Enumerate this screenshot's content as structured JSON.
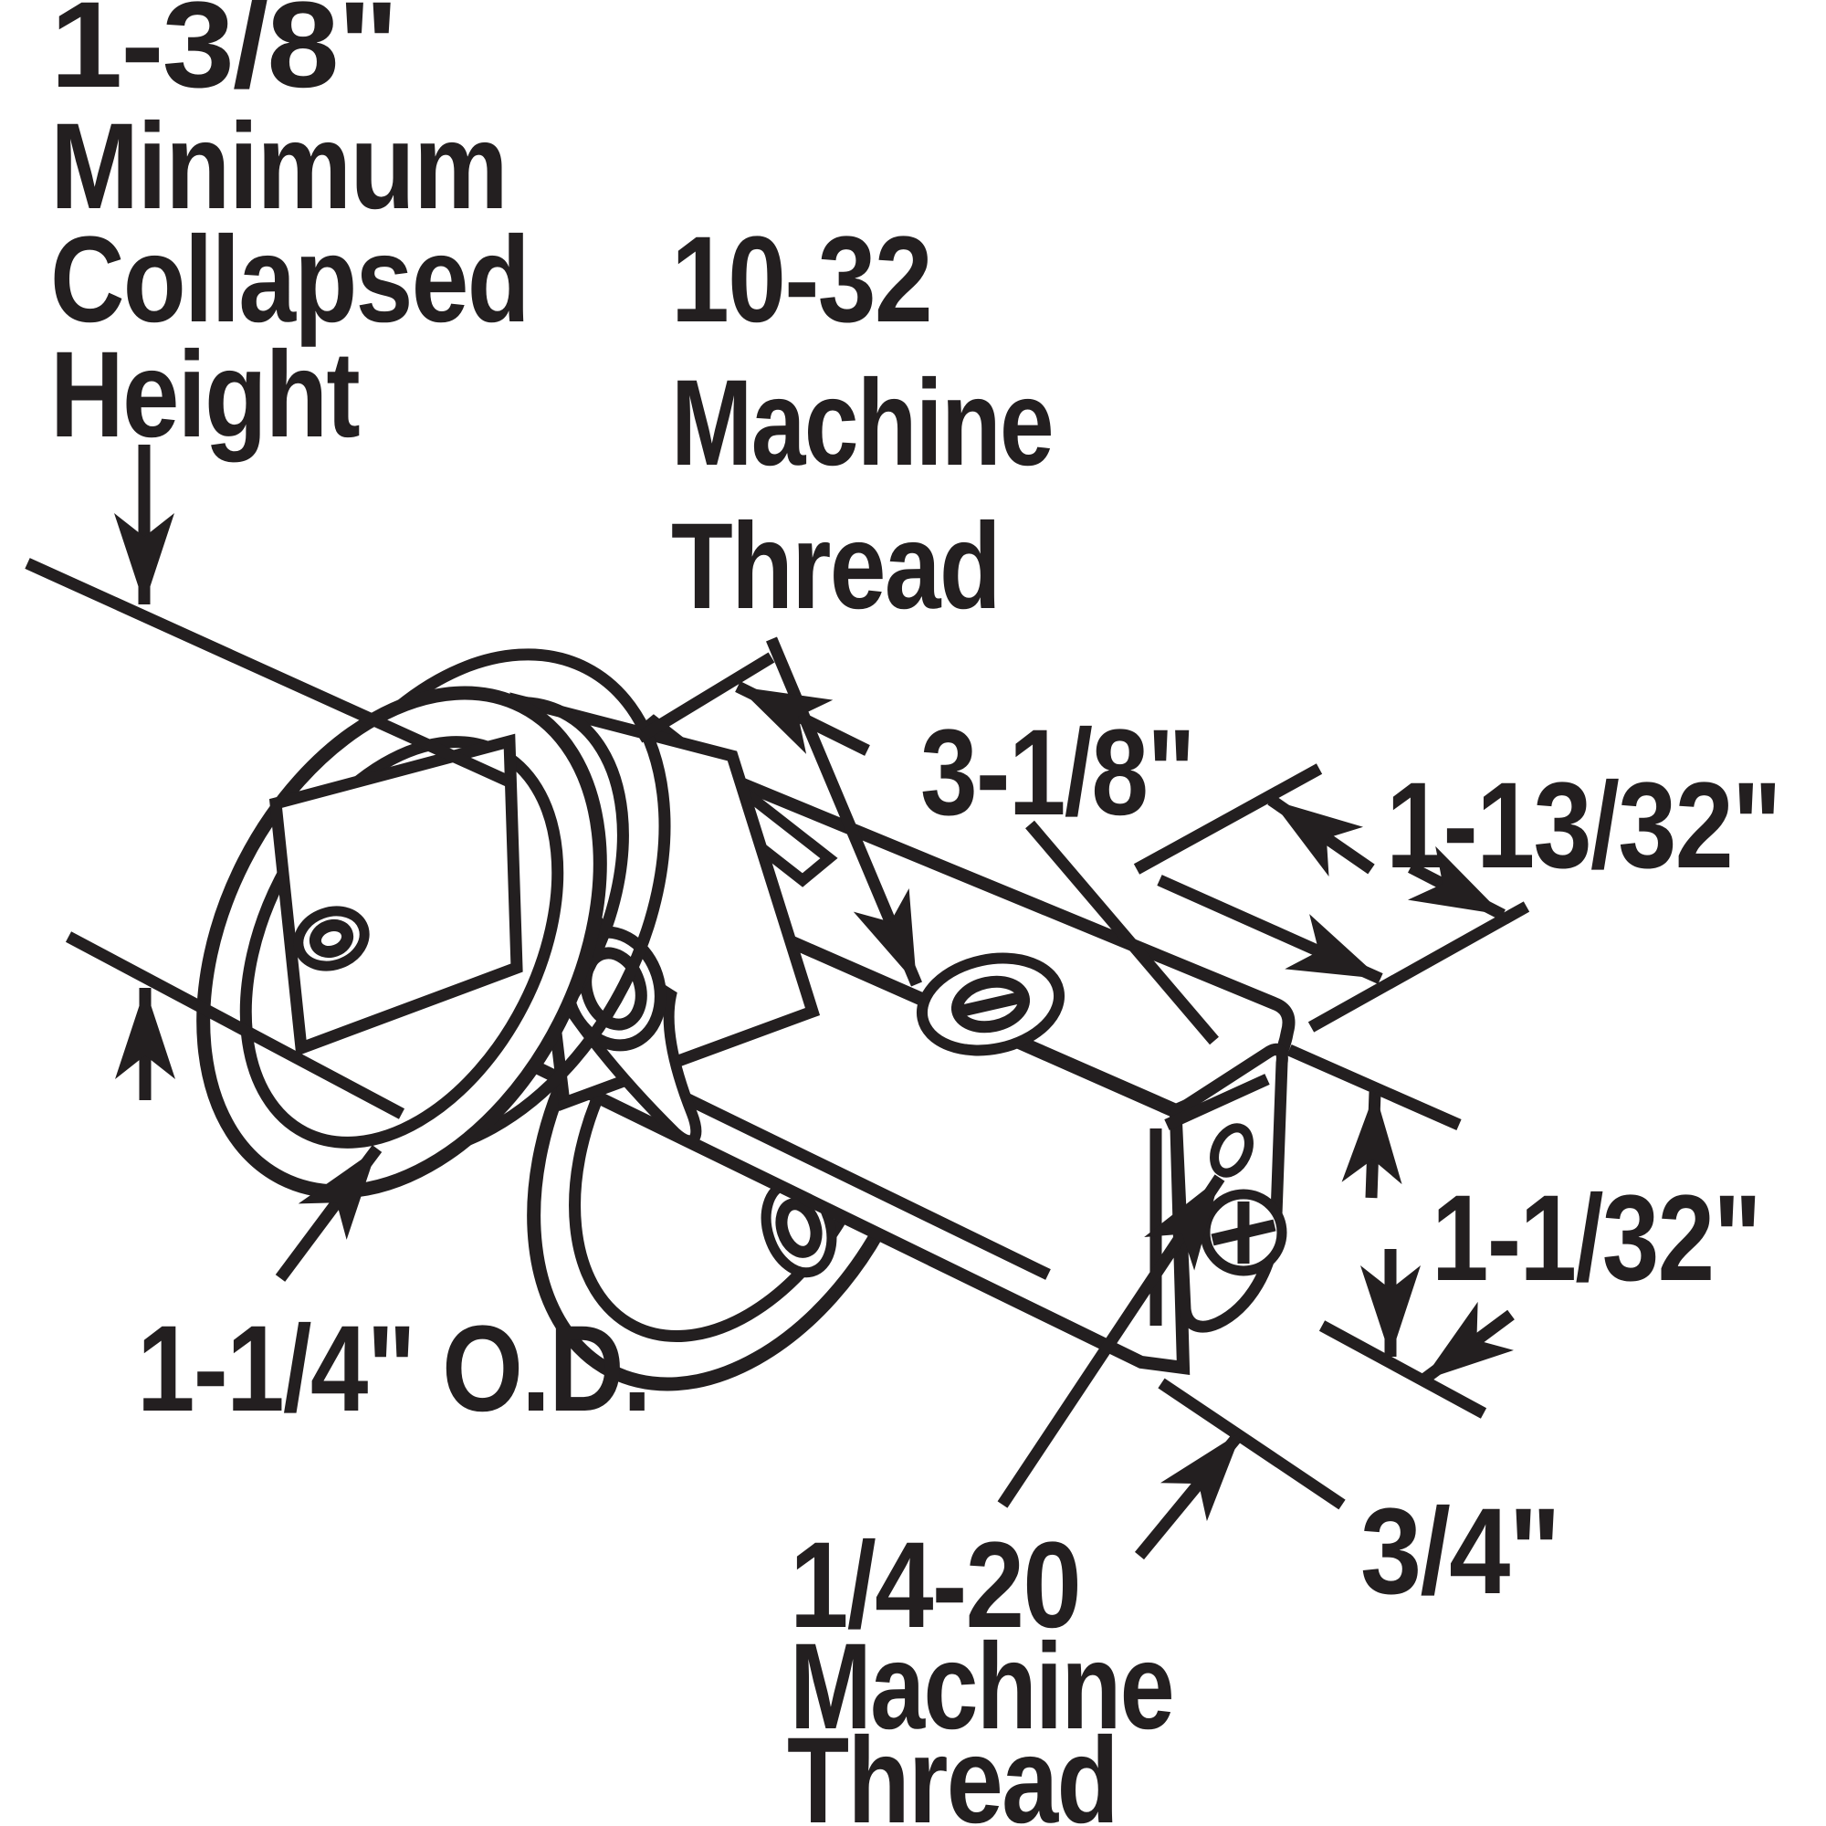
{
  "figure": {
    "type": "technical-line-diagram",
    "colors": {
      "ink": "#231f20",
      "background": "#ffffff"
    }
  },
  "labels": {
    "collapsed_height": {
      "lines": [
        "1-3/8\"",
        "Minimum",
        "Collapsed",
        "Height"
      ]
    },
    "top_thread": {
      "lines": [
        "10-32",
        "Machine",
        "Thread"
      ]
    },
    "housing_length": "3-1/8\"",
    "top_width": "1-13/32\"",
    "end_height": "1-1/32\"",
    "end_width": "3/4\"",
    "roller_od": "1-1/4\" O.D.",
    "bottom_thread": {
      "lines": [
        "1/4-20",
        "Machine",
        "Thread"
      ]
    }
  }
}
